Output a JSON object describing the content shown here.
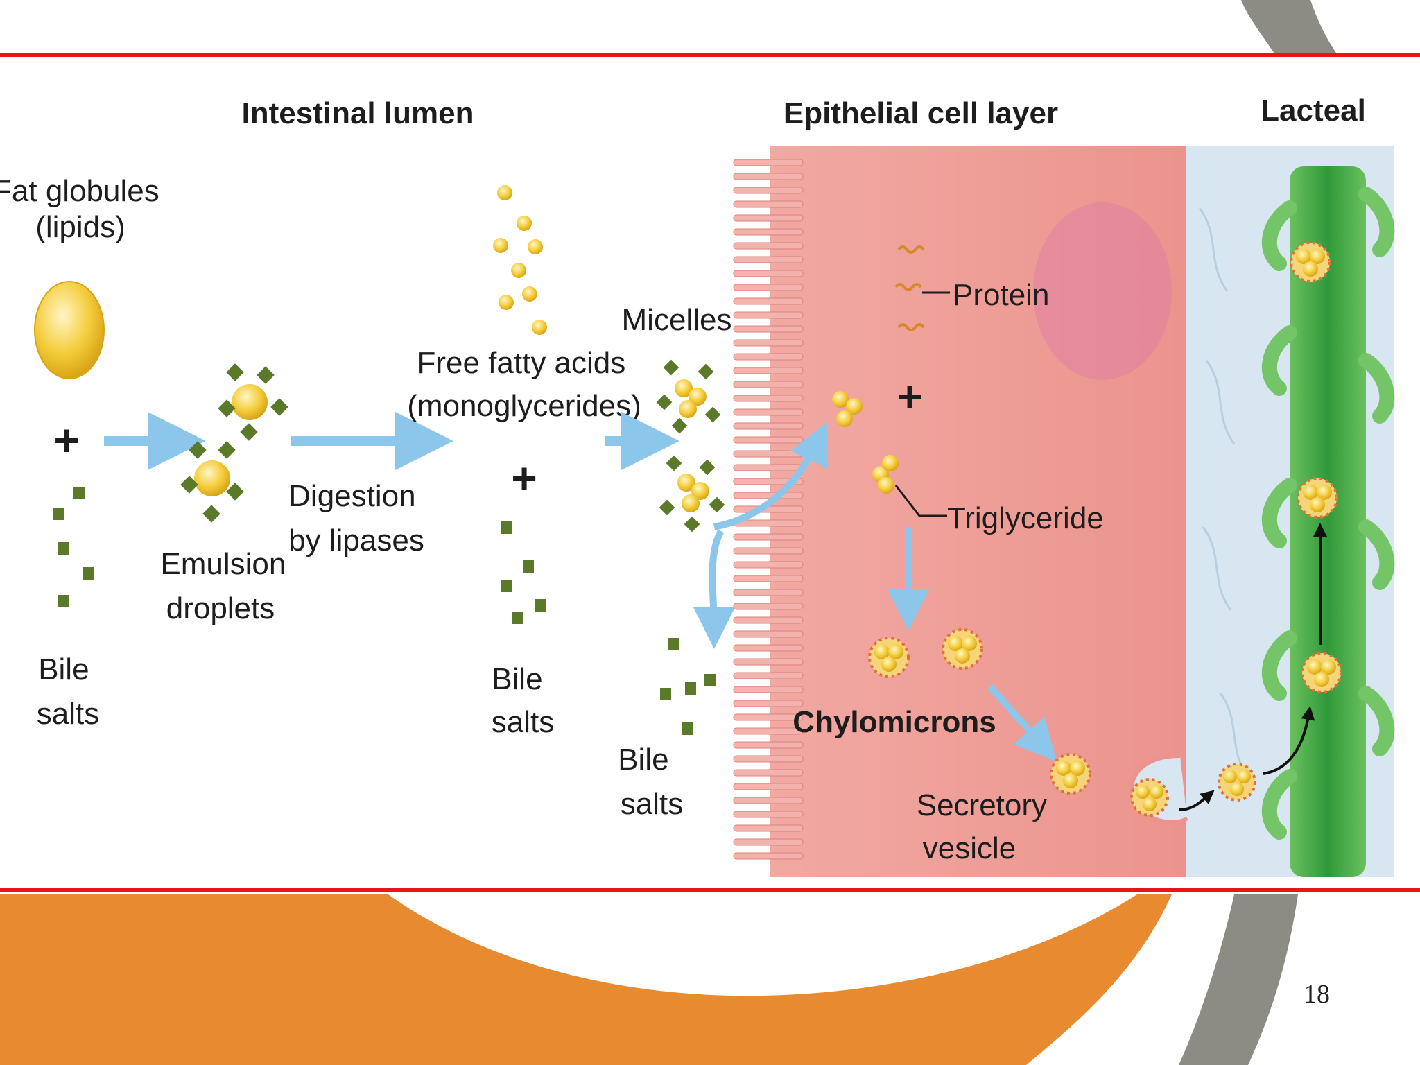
{
  "slide": {
    "page_number": "18",
    "colors": {
      "rule": "#e8141b",
      "orange": "#e88a30",
      "gray_swoosh": "#8c8c84"
    }
  },
  "diagram": {
    "headers": {
      "lumen": "Intestinal lumen",
      "epithelium": "Epithelial cell layer",
      "lacteal": "Lacteal"
    },
    "labels": {
      "fat_globules": [
        "Fat globules",
        "(lipids)"
      ],
      "bile_salts_1": [
        "Bile",
        "salts"
      ],
      "emulsion": [
        "Emulsion",
        "droplets"
      ],
      "digestion": [
        "Digestion",
        "by lipases"
      ],
      "fatty_acids": [
        "Free fatty acids",
        "(monoglycerides)"
      ],
      "bile_salts_2": [
        "Bile",
        "salts"
      ],
      "micelles": "Micelles",
      "bile_salts_3": [
        "Bile",
        "salts"
      ],
      "protein": "Protein",
      "triglyceride": "Triglyceride",
      "chylomicrons": "Chylomicrons",
      "secretory": [
        "Secretory",
        "vesicle"
      ],
      "plus": "+"
    },
    "colors": {
      "lipid": "#f2c531",
      "bile": "#5a7a2a",
      "arrow": "#8cc6ea",
      "cell": "#eea59f",
      "lacteal": "#3fa845",
      "interstitial": "#d7e6f0"
    }
  }
}
